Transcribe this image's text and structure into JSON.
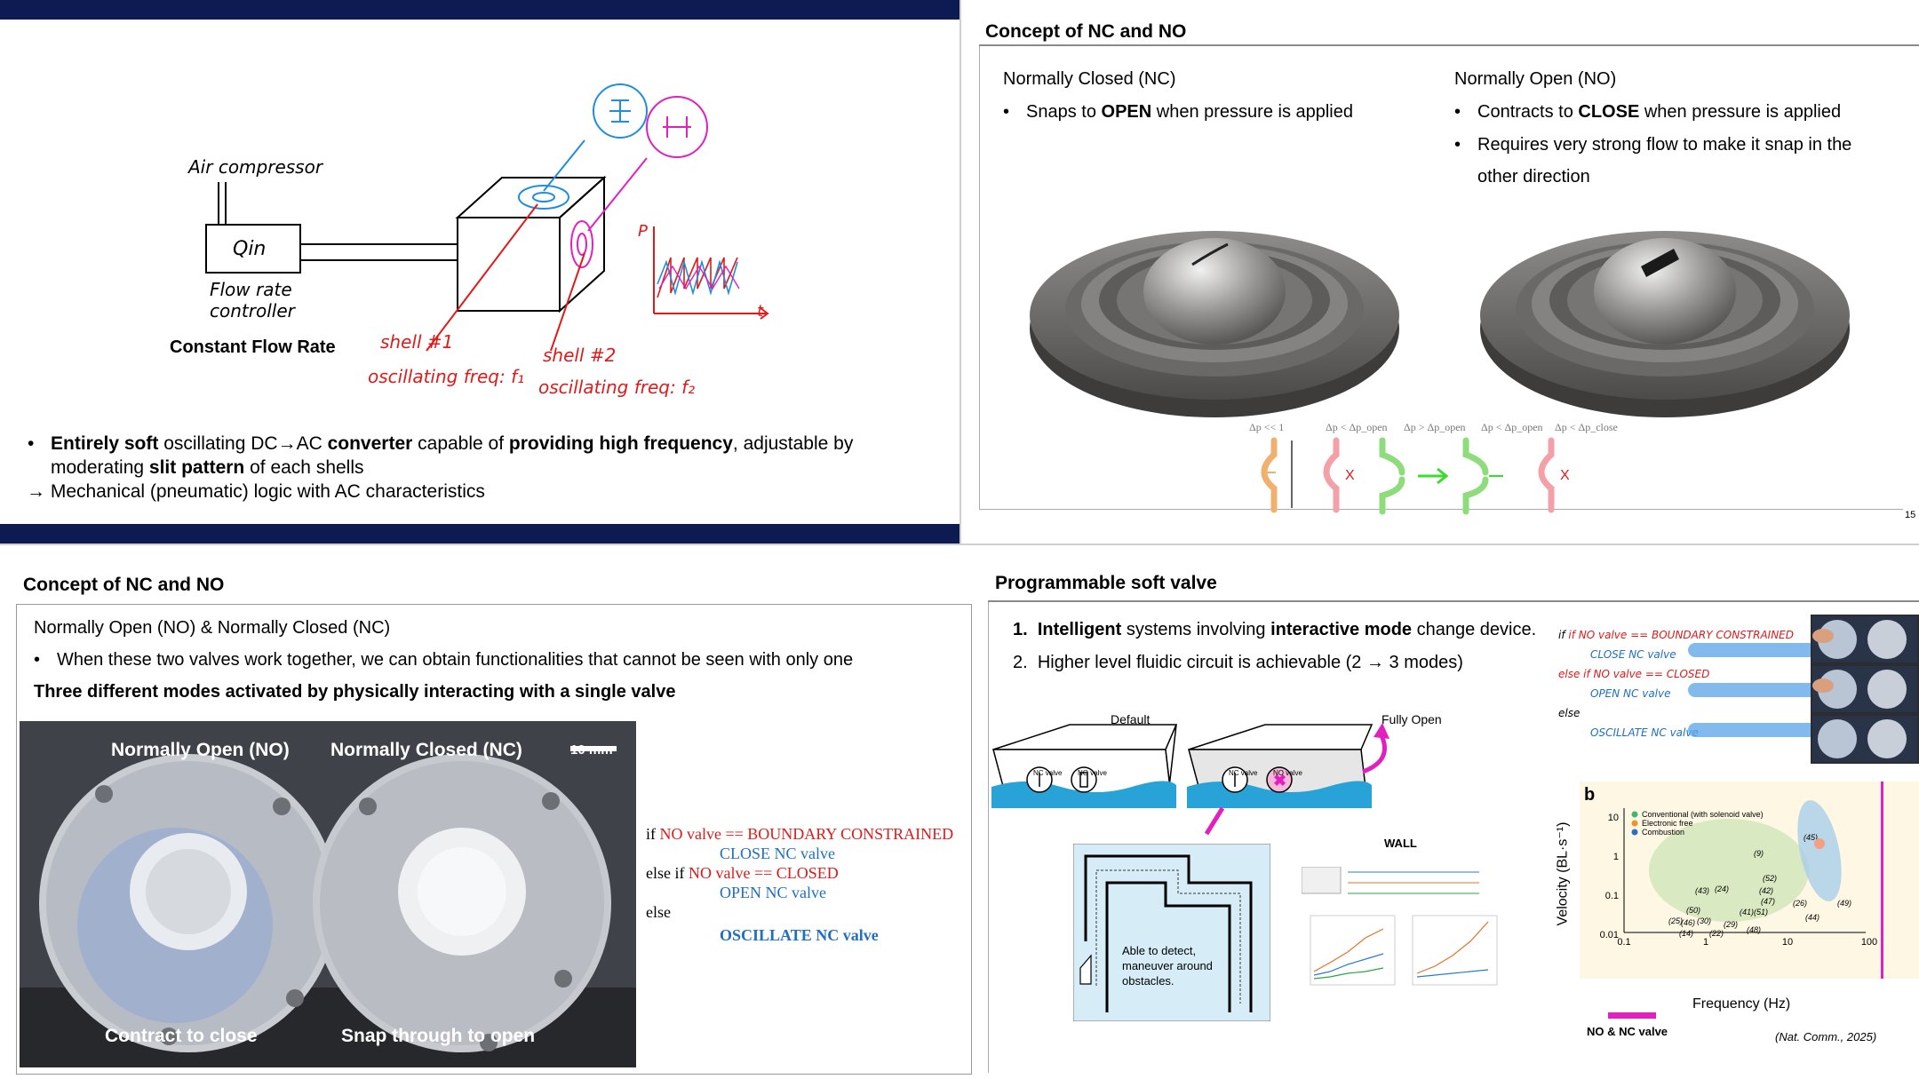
{
  "colors": {
    "navy": "#0d1b52",
    "red": "#e01a1a",
    "blue": "#1f6fc4",
    "magenta": "#e21fbf"
  },
  "q1": {
    "sketch": {
      "air_compressor": "Air compressor",
      "q_in": "Qin",
      "flow_controller": "Flow rate controller",
      "constant_flow": "Constant Flow Rate",
      "shell1": "shell #1",
      "shell1_freq": "oscillating freq: f₁",
      "shell2": "shell #2",
      "shell2_freq": "oscillating freq: f₂",
      "axis_p": "P",
      "axis_t": "t"
    },
    "bullet1": {
      "p1": "Entirely soft",
      "p2": " oscillating DC→AC ",
      "p3": "converter",
      "p4": " capable of ",
      "p5": "providing high frequency",
      "p6": ", adjustable by",
      "line2a": "moderating ",
      "line2b": "slit pattern",
      "line2c": " of each shells"
    },
    "arrow_line": "→ Mechanical (pneumatic) logic with AC characteristics"
  },
  "q2": {
    "title": "Concept of NC and NO",
    "left_head": "Normally Closed (NC)",
    "left_b1a": "Snaps to ",
    "left_b1b": "OPEN",
    "left_b1c": " when pressure is applied",
    "right_head": "Normally Open (NO)",
    "right_b1a": "Contracts to ",
    "right_b1b": "CLOSE",
    "right_b1c": " when pressure is applied",
    "right_b2a": "Requires very strong flow to make it snap in the",
    "right_b2b": "other direction",
    "steps": [
      "Δp << 1",
      "Δp < Δp_open",
      "Δp > Δp_open",
      "Δp < Δp_open",
      "Δp < Δp_close"
    ],
    "page_num": "15"
  },
  "q3": {
    "title": "Concept of NC and NO",
    "sub": "Normally Open (NO) & Normally Closed (NC)",
    "bullet": "When these two valves work together, we can obtain functionalities that cannot be seen with only one",
    "bold_line": "Three different modes activated by physically interacting with a single valve",
    "photo": {
      "label_no": "Normally Open (NO)",
      "label_nc": "Normally Closed (NC)",
      "scale": "10 mm",
      "bottom_left": "Contract to close",
      "bottom_right": "Snap through to open"
    },
    "code": {
      "l1a": "if ",
      "l1b": "NO valve == BOUNDARY CONSTRAINED",
      "l2": "CLOSE NC valve",
      "l3a": "else if ",
      "l3b": "NO valve == CLOSED",
      "l4": "OPEN NC valve",
      "l5": "else",
      "l6": "OSCILLATE NC valve"
    }
  },
  "q4": {
    "title": "Programmable soft valve",
    "item1a": "1.",
    "item1b": "Intelligent",
    "item1c": " systems involving ",
    "item1d": "interactive mode",
    "item1e": " change device.",
    "item2a": "2.",
    "item2b": "Higher level fluidic circuit is achievable (2 → 3 modes)",
    "diagram": {
      "default": "Default",
      "fully_open": "Fully Open",
      "nc_valve": "NC valve",
      "no_valve": "NO valve",
      "wall": "WALL",
      "maze_text": "Able to detect, maneuver around obstacles."
    },
    "hand_code": {
      "l1": "if NO valve == BOUNDARY CONSTRAINED",
      "l2": "CLOSE NC valve",
      "l3": "else if NO valve == CLOSED",
      "l4": "OPEN NC valve",
      "l5": "else",
      "l6": "OSCILLATE NC valve"
    },
    "chart": {
      "panel": "b",
      "legend": [
        "Conventional (with solenoid valve)",
        "Electronic free",
        "Combustion"
      ],
      "ylabel": "Velocity (BL·s⁻¹)",
      "xlabel": "Frequency (Hz)",
      "yticks": [
        "10",
        "1",
        "0.1",
        "0.01"
      ],
      "xticks": [
        "0.1",
        "1",
        "10",
        "100"
      ],
      "labels": [
        "(45)",
        "(9)",
        "(52)",
        "(43)",
        "(24)",
        "(42)",
        "(47)",
        "(26)",
        "(49)",
        "(50)",
        "(41)",
        "(51)",
        "(44)",
        "(25)",
        "(46)",
        "(30)",
        "(29)",
        "(48)",
        "(14)",
        "(22)"
      ],
      "legend_bar": "NO & NC valve",
      "citation": "(Nat. Comm., 2025)"
    }
  }
}
